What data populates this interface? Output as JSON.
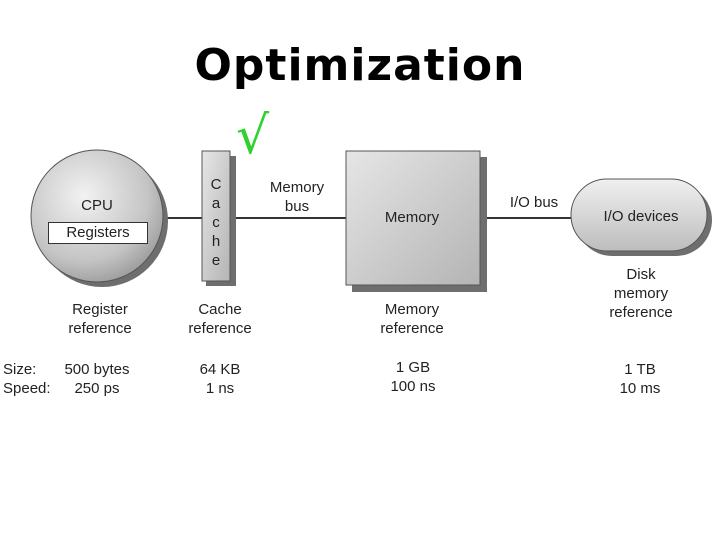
{
  "title": "Optimization",
  "checkmark": "√",
  "cpu": {
    "label": "CPU",
    "registers": "Registers"
  },
  "cache_letters": [
    "C",
    "a",
    "c",
    "h",
    "e"
  ],
  "memory_bus": [
    "Memory",
    "bus"
  ],
  "memory": {
    "label": "Memory"
  },
  "io_bus": "I/O bus",
  "io_devices": "I/O devices",
  "refs": {
    "register": [
      "Register",
      "reference"
    ],
    "cache": [
      "Cache",
      "reference"
    ],
    "memory": [
      "Memory",
      "reference"
    ],
    "disk": [
      "Disk",
      "memory",
      "reference"
    ]
  },
  "row_labels": {
    "size": "Size:",
    "speed": "Speed:"
  },
  "stats": {
    "register": {
      "size": "500 bytes",
      "speed": "250 ps"
    },
    "cache": {
      "size": "64 KB",
      "speed": "1 ns"
    },
    "memory": {
      "size": "1 GB",
      "speed": "100 ns"
    },
    "disk": {
      "size": "1 TB",
      "speed": "10 ms"
    }
  },
  "colors": {
    "check": "#2fd12f",
    "box_light": "#e4e4e4",
    "box_dark": "#a8a8a8",
    "shadow": "#6e6e6e"
  }
}
